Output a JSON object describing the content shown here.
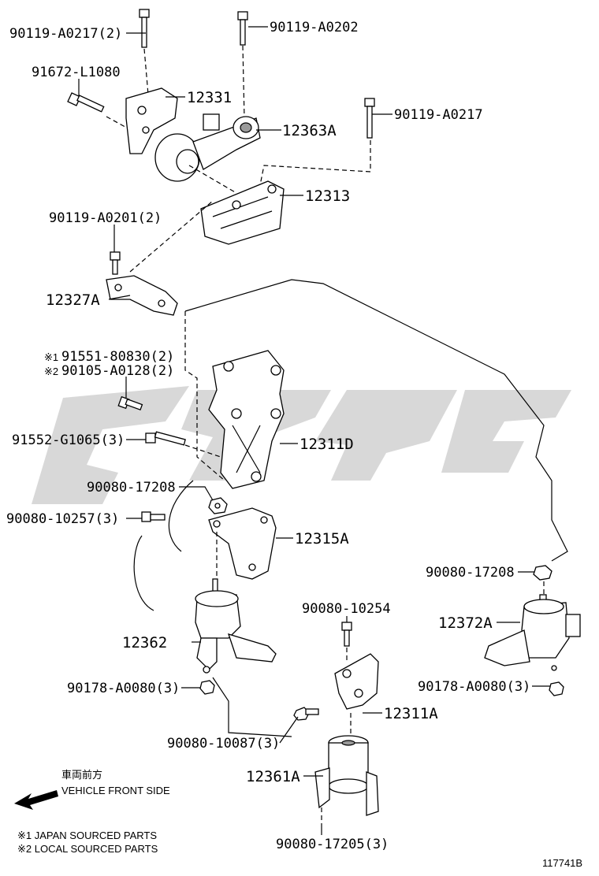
{
  "callouts": {
    "p90119_A0217_2": "90119-A0217(2)",
    "p90119_A0202": "90119-A0202",
    "p91672_L1080": "91672-L1080",
    "p12331": "12331",
    "p90119_A0217": "90119-A0217",
    "p12363A": "12363A",
    "p12313": "12313",
    "p90119_A0201_2": "90119-A0201(2)",
    "p12327A": "12327A",
    "p91551_80830_2": "91551-80830(2)",
    "p90105_A0128_2": "90105-A0128(2)",
    "p91552_G1065_3": "91552-G1065(3)",
    "p12311D": "12311D",
    "p90080_17208_a": "90080-17208",
    "p90080_10257_3": "90080-10257(3)",
    "p12315A": "12315A",
    "p90080_17208_b": "90080-17208",
    "p12372A": "12372A",
    "p90080_10254": "90080-10254",
    "p12362": "12362",
    "p90178_A0080_3_a": "90178-A0080(3)",
    "p90178_A0080_3_b": "90178-A0080(3)",
    "p12311A": "12311A",
    "p90080_10087_3": "90080-10087(3)",
    "p12361A": "12361A",
    "p90080_17205_3": "90080-17205(3)"
  },
  "marks": {
    "note1": "※1",
    "note2": "※2"
  },
  "direction": {
    "jp_label": "車両前方",
    "en_label": "VEHICLE FRONT SIDE"
  },
  "legend": {
    "line1": "※1 JAPAN SOURCED PARTS",
    "line2": "※2 LOCAL SOURCED PARTS"
  },
  "figure_id": "117741B"
}
